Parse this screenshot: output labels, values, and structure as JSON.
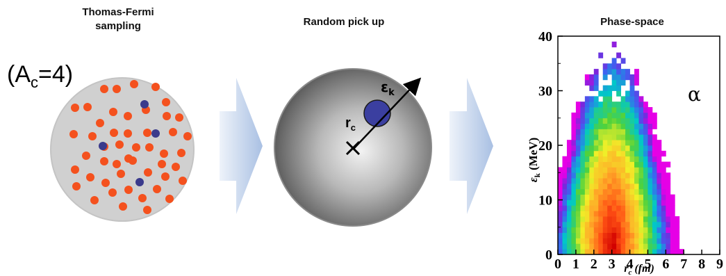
{
  "panels": {
    "sampling": {
      "title_line1": "Thomas-Fermi",
      "title_line2": "sampling",
      "cluster_label_prefix": "(A",
      "cluster_label_sub": "c",
      "cluster_label_suffix": "=4)"
    },
    "pickup": {
      "title": "Random pick up",
      "r_label": "r",
      "r_sub": "c",
      "eps_label": "ε",
      "eps_sub": "k"
    },
    "phase_space": {
      "title": "Phase-space",
      "particle_label": "α",
      "ylabel_main": "ε",
      "ylabel_sub": "k",
      "ylabel_unit": " (MeV)",
      "xlabel_main": "r",
      "xlabel_sub": "c",
      "xlabel_unit": " (fm)"
    }
  },
  "colors": {
    "nucleon_red": "#f4511e",
    "nucleon_blue": "#3a3a8c",
    "disk_gray": "#d0d0d0",
    "arrow_blue": "#b9cbe6",
    "cluster_blue": "#3b3fa0"
  },
  "chart_data": {
    "type": "heatmap",
    "title": "Phase-space",
    "xlabel": "r_c (fm)",
    "ylabel": "ε_k (MeV)",
    "xlim": [
      0,
      9
    ],
    "ylim": [
      0,
      40
    ],
    "xticks": [
      "0",
      "1",
      "2",
      "3",
      "4",
      "5",
      "6",
      "7",
      "8",
      "9"
    ],
    "yticks": [
      "0",
      "10",
      "20",
      "30",
      "40"
    ],
    "support": {
      "r_center": 3.1,
      "r_half_width_at_base": 3.9,
      "max_energy": 37
    },
    "intensity_peak": {
      "r": 3.0,
      "epsilon": 1.5
    }
  }
}
